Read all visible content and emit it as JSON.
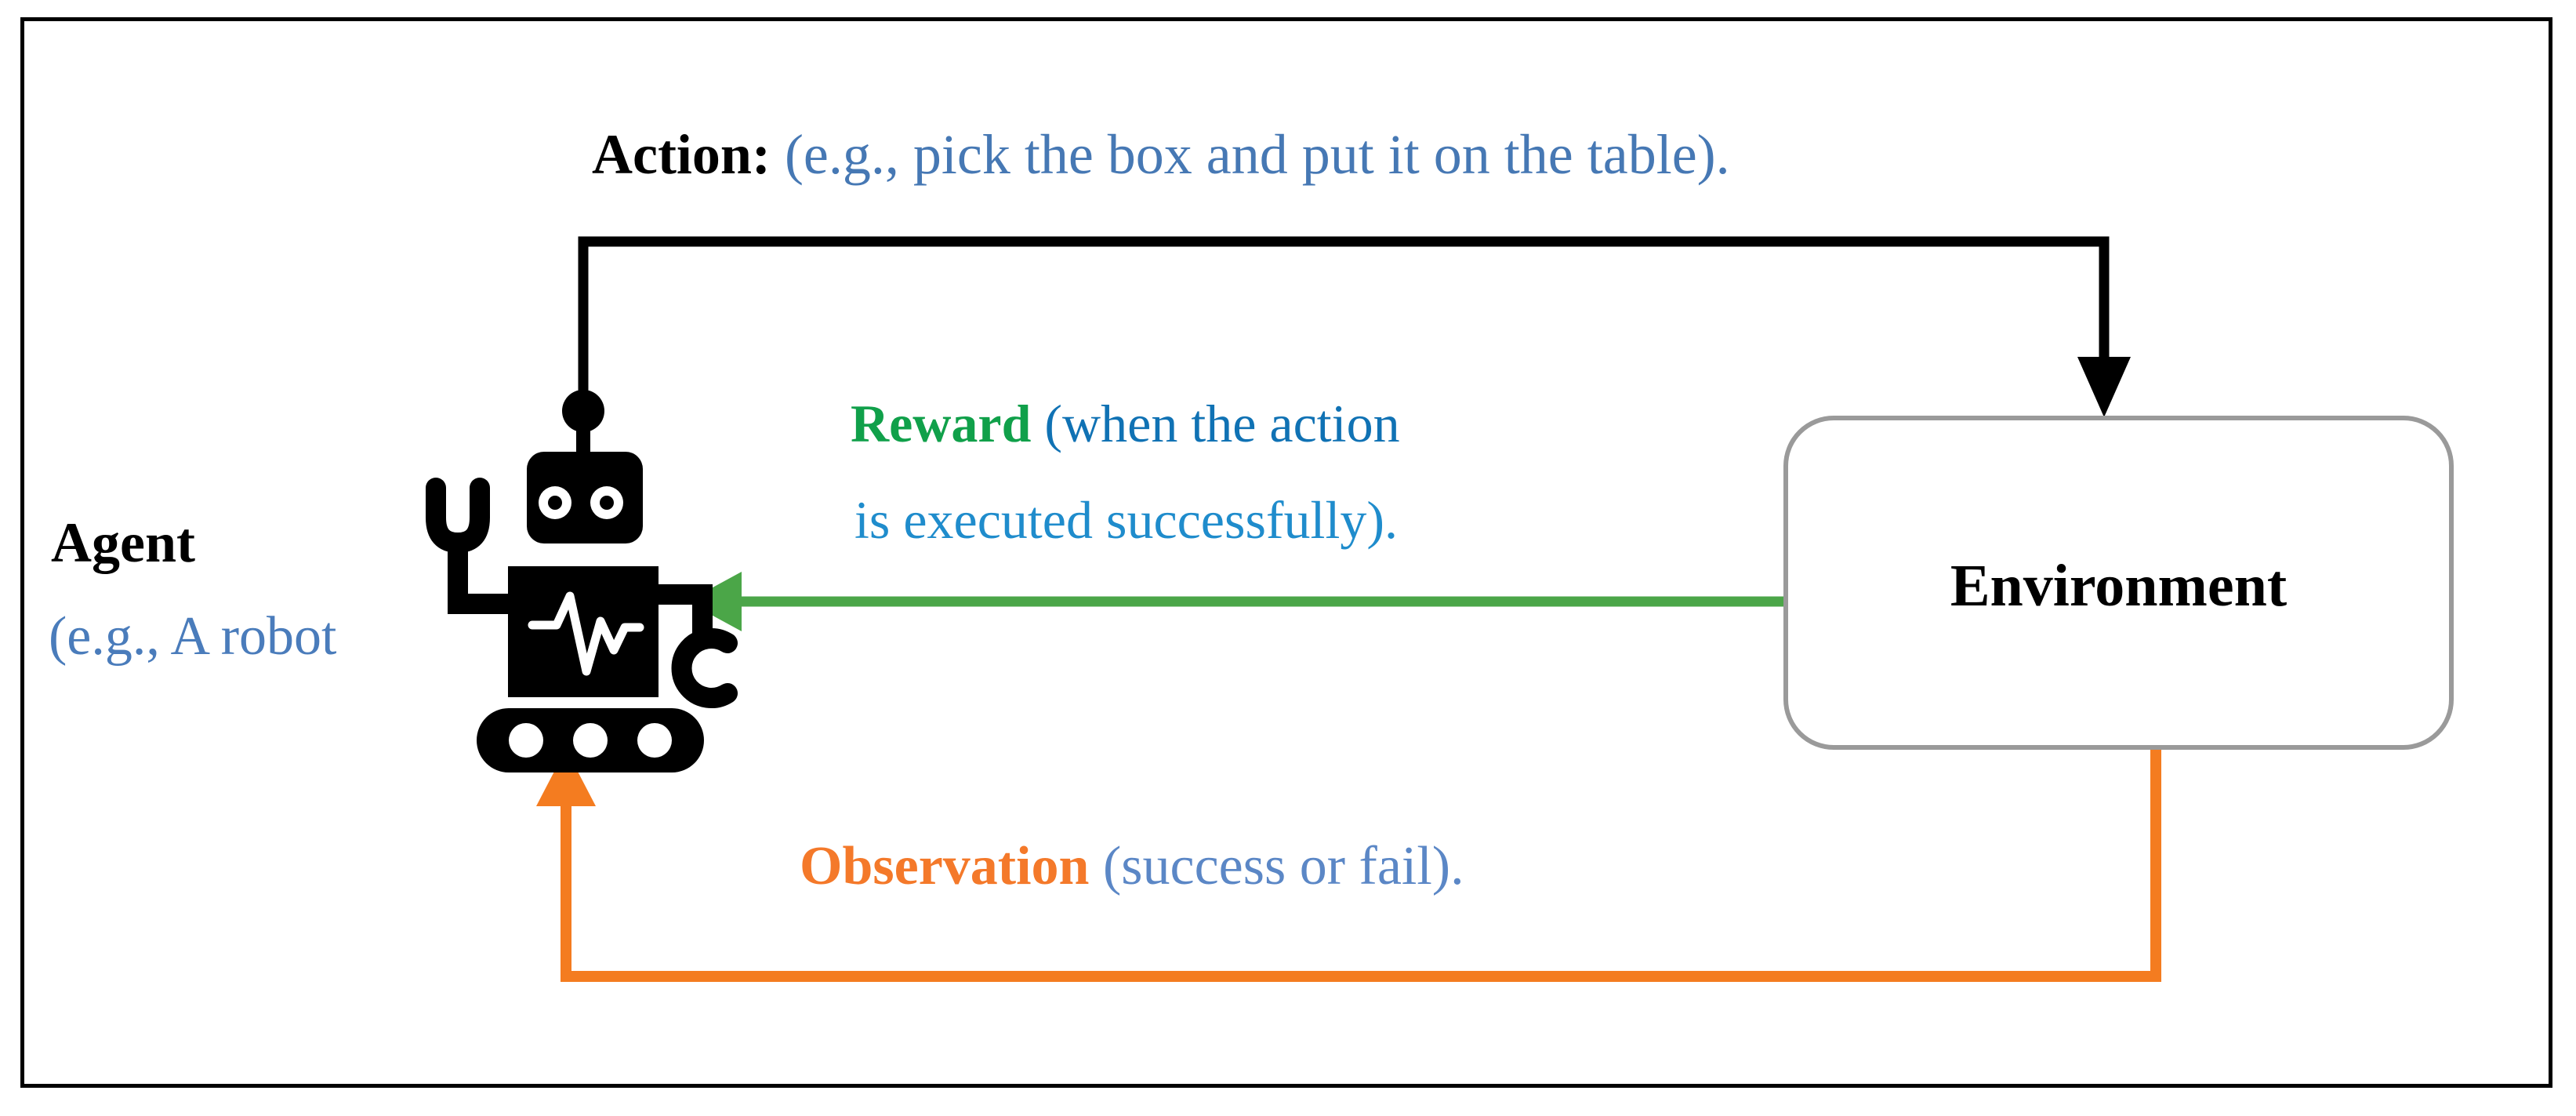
{
  "diagram": {
    "title": "Reinforcement learning agent-environment interaction loop",
    "frame_border_color": "#000000",
    "background": "#ffffff"
  },
  "labels": {
    "action": {
      "keyword": "Action:",
      "keyword_color": "#000000",
      "detail": "(e.g., pick the box and put it on the table).",
      "detail_color": "#4678b4"
    },
    "reward": {
      "keyword": "Reward",
      "keyword_color": "#10a04a",
      "detail_line1": "(when the action",
      "detail_line2": "is executed successfully).",
      "detail_color_line1": "#1072b4",
      "detail_color_line2": "#1f8ccc"
    },
    "observation": {
      "keyword": "Observation",
      "keyword_color": "#f4792a",
      "detail": "(success or fail).",
      "detail_color": "#5b87c6"
    },
    "agent": {
      "title": "Agent",
      "title_color": "#000000",
      "subtitle": "(e.g., A robot",
      "subtitle_color": "#4a7cbb"
    },
    "environment": {
      "title": "Environment",
      "title_color": "#000000",
      "border_color": "#9a9a9a",
      "fill_color": "#ffffff"
    }
  },
  "arrows": {
    "action_arrow": {
      "name": "action-arrow",
      "color": "#000000",
      "from": "agent",
      "to": "environment",
      "direction": "down"
    },
    "reward_arrow": {
      "name": "reward-arrow",
      "color": "#4ba648",
      "from": "environment",
      "to": "agent",
      "direction": "left"
    },
    "observation_arrow": {
      "name": "observation-arrow",
      "color": "#f47c20",
      "from": "environment",
      "to": "agent",
      "direction": "up"
    }
  },
  "robot": {
    "name": "robot-icon",
    "color": "#000000",
    "parts": [
      "antenna",
      "head",
      "eyes",
      "body",
      "heartbeat-line",
      "left-arm-claw",
      "right-arm-claw",
      "track-base",
      "wheels"
    ]
  }
}
